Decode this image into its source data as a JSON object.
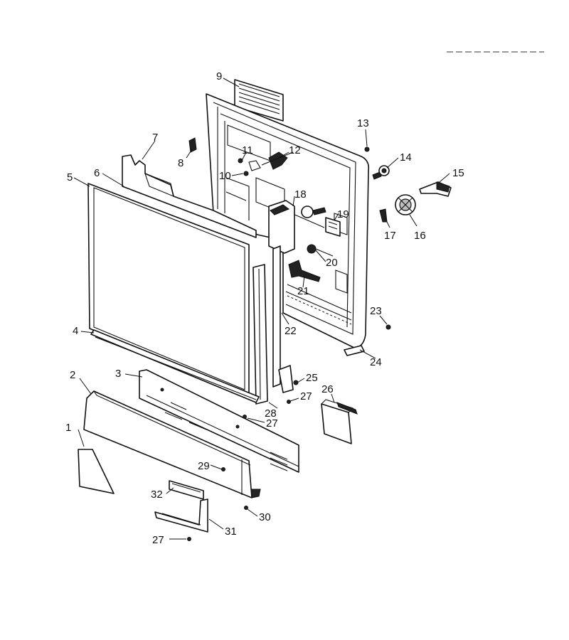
{
  "header_code": "",
  "callouts": [
    {
      "id": "c1",
      "text": "1"
    },
    {
      "id": "c2",
      "text": "2"
    },
    {
      "id": "c3",
      "text": "3"
    },
    {
      "id": "c4",
      "text": "4"
    },
    {
      "id": "c5",
      "text": "5"
    },
    {
      "id": "c6",
      "text": "6"
    },
    {
      "id": "c7",
      "text": "7"
    },
    {
      "id": "c8",
      "text": "8"
    },
    {
      "id": "c9",
      "text": "9"
    },
    {
      "id": "c10",
      "text": "10"
    },
    {
      "id": "c11",
      "text": "11"
    },
    {
      "id": "c12",
      "text": "12"
    },
    {
      "id": "c13",
      "text": "13"
    },
    {
      "id": "c14",
      "text": "14"
    },
    {
      "id": "c15",
      "text": "15"
    },
    {
      "id": "c16",
      "text": "16"
    },
    {
      "id": "c17",
      "text": "17"
    },
    {
      "id": "c18",
      "text": "18"
    },
    {
      "id": "c19",
      "text": "19"
    },
    {
      "id": "c20",
      "text": "20"
    },
    {
      "id": "c21",
      "text": "21"
    },
    {
      "id": "c22",
      "text": "22"
    },
    {
      "id": "c23",
      "text": "23"
    },
    {
      "id": "c24",
      "text": "24"
    },
    {
      "id": "c25",
      "text": "25"
    },
    {
      "id": "c26",
      "text": "26"
    },
    {
      "id": "c27a",
      "text": "27"
    },
    {
      "id": "c27b",
      "text": "27"
    },
    {
      "id": "c27c",
      "text": "27"
    },
    {
      "id": "c28",
      "text": "28"
    },
    {
      "id": "c29",
      "text": "29"
    },
    {
      "id": "c30",
      "text": "30"
    },
    {
      "id": "c31",
      "text": "31"
    },
    {
      "id": "c32",
      "text": "32"
    }
  ]
}
